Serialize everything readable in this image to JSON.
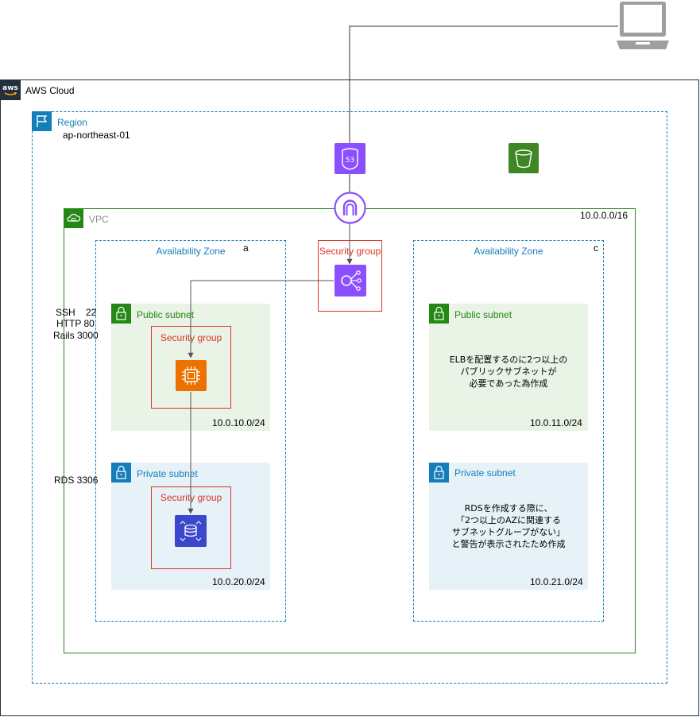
{
  "cloud": {
    "label": "AWS Cloud",
    "logo_text": "aws"
  },
  "region": {
    "label": "Region",
    "name": "ap-northeast-01"
  },
  "vpc": {
    "label": "VPC",
    "cidr": "10.0.0.0/16"
  },
  "az_a": {
    "label": "Availability Zone",
    "suffix": "a"
  },
  "az_c": {
    "label": "Availability Zone",
    "suffix": "c"
  },
  "elb_sg": {
    "label": "Security group"
  },
  "ec2_sg": {
    "label": "Security group"
  },
  "rds_sg": {
    "label": "Security group"
  },
  "public_subnet_a": {
    "label": "Public subnet",
    "cidr": "10.0.10.0/24"
  },
  "private_subnet_a": {
    "label": "Private subnet",
    "cidr": "10.0.20.0/24"
  },
  "public_subnet_c": {
    "label": "Public subnet",
    "cidr": "10.0.11.0/24",
    "note": [
      "ELBを配置するのに2つ以上の",
      "パブリックサブネットが",
      "必要であった為作成"
    ]
  },
  "private_subnet_c": {
    "label": "Private subnet",
    "cidr": "10.0.21.0/24",
    "note": [
      "RDSを作成する際に、",
      "「2つ以上のAZに関連する",
      "サブネットグループがない」",
      "と警告が表示されたため作成"
    ]
  },
  "ports": {
    "ssh": "SSH    22",
    "http": "HTTP 80",
    "rails": "Rails 3000",
    "rds": "RDS 3306"
  },
  "colors": {
    "cloud_border": "#232f3e",
    "region_border": "#147eba",
    "vpc_border": "#248814",
    "public_fill": "#e9f3e6",
    "private_fill": "#e6f2f8",
    "public_text": "#248814",
    "private_text": "#147eba",
    "sg_border": "#dd3522",
    "route53": "#8c4fff",
    "s3": "#3f8624",
    "elb": "#8c4fff",
    "ec2": "#ed7100",
    "rds": "#3b48cc",
    "igw": "#8c4fff"
  }
}
